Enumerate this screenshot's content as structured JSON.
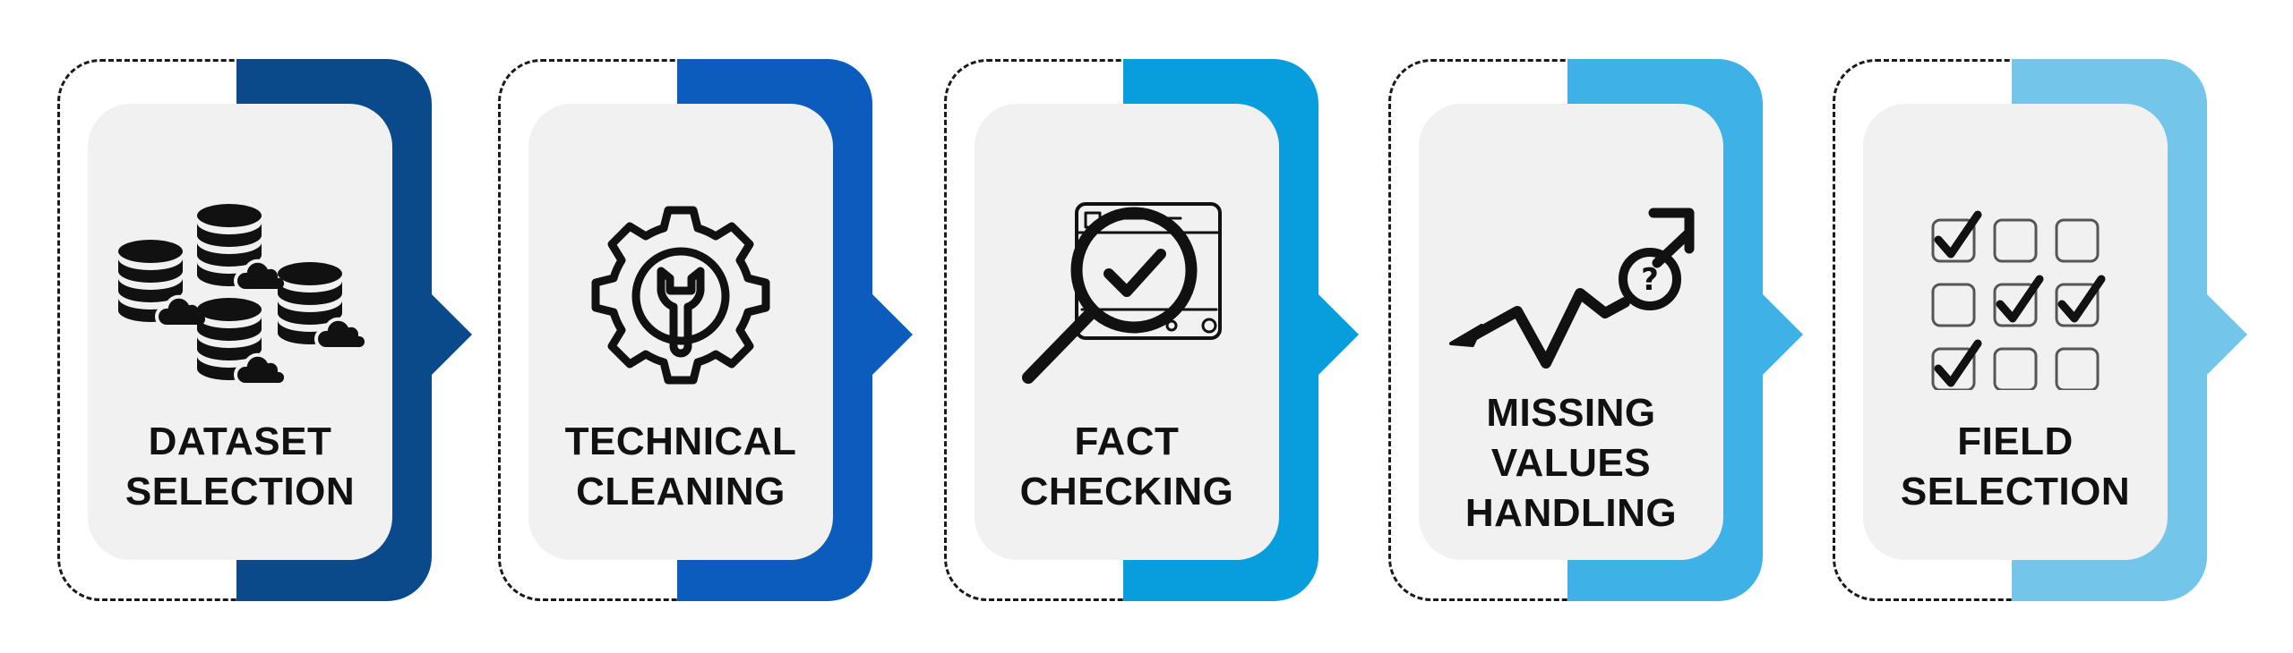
{
  "steps": [
    {
      "id": "dataset-selection",
      "lines": [
        "DATASET",
        "SELECTION"
      ],
      "icon": "database-cloud-icon",
      "color": "#0a4a8a"
    },
    {
      "id": "technical-cleaning",
      "lines": [
        "TECHNICAL",
        "CLEANING"
      ],
      "icon": "gear-wrench-icon",
      "color": "#0b5cbd"
    },
    {
      "id": "fact-checking",
      "lines": [
        "FACT",
        "CHECKING"
      ],
      "icon": "magnifier-check-icon",
      "color": "#089ede"
    },
    {
      "id": "missing-values-handling",
      "lines": [
        "MISSING",
        "VALUES",
        "HANDLING"
      ],
      "icon": "trend-question-icon",
      "color": "#3eb2e6"
    },
    {
      "id": "field-selection",
      "lines": [
        "FIELD",
        "SELECTION"
      ],
      "icon": "checkbox-grid-icon",
      "color": "#74c5ea"
    }
  ]
}
